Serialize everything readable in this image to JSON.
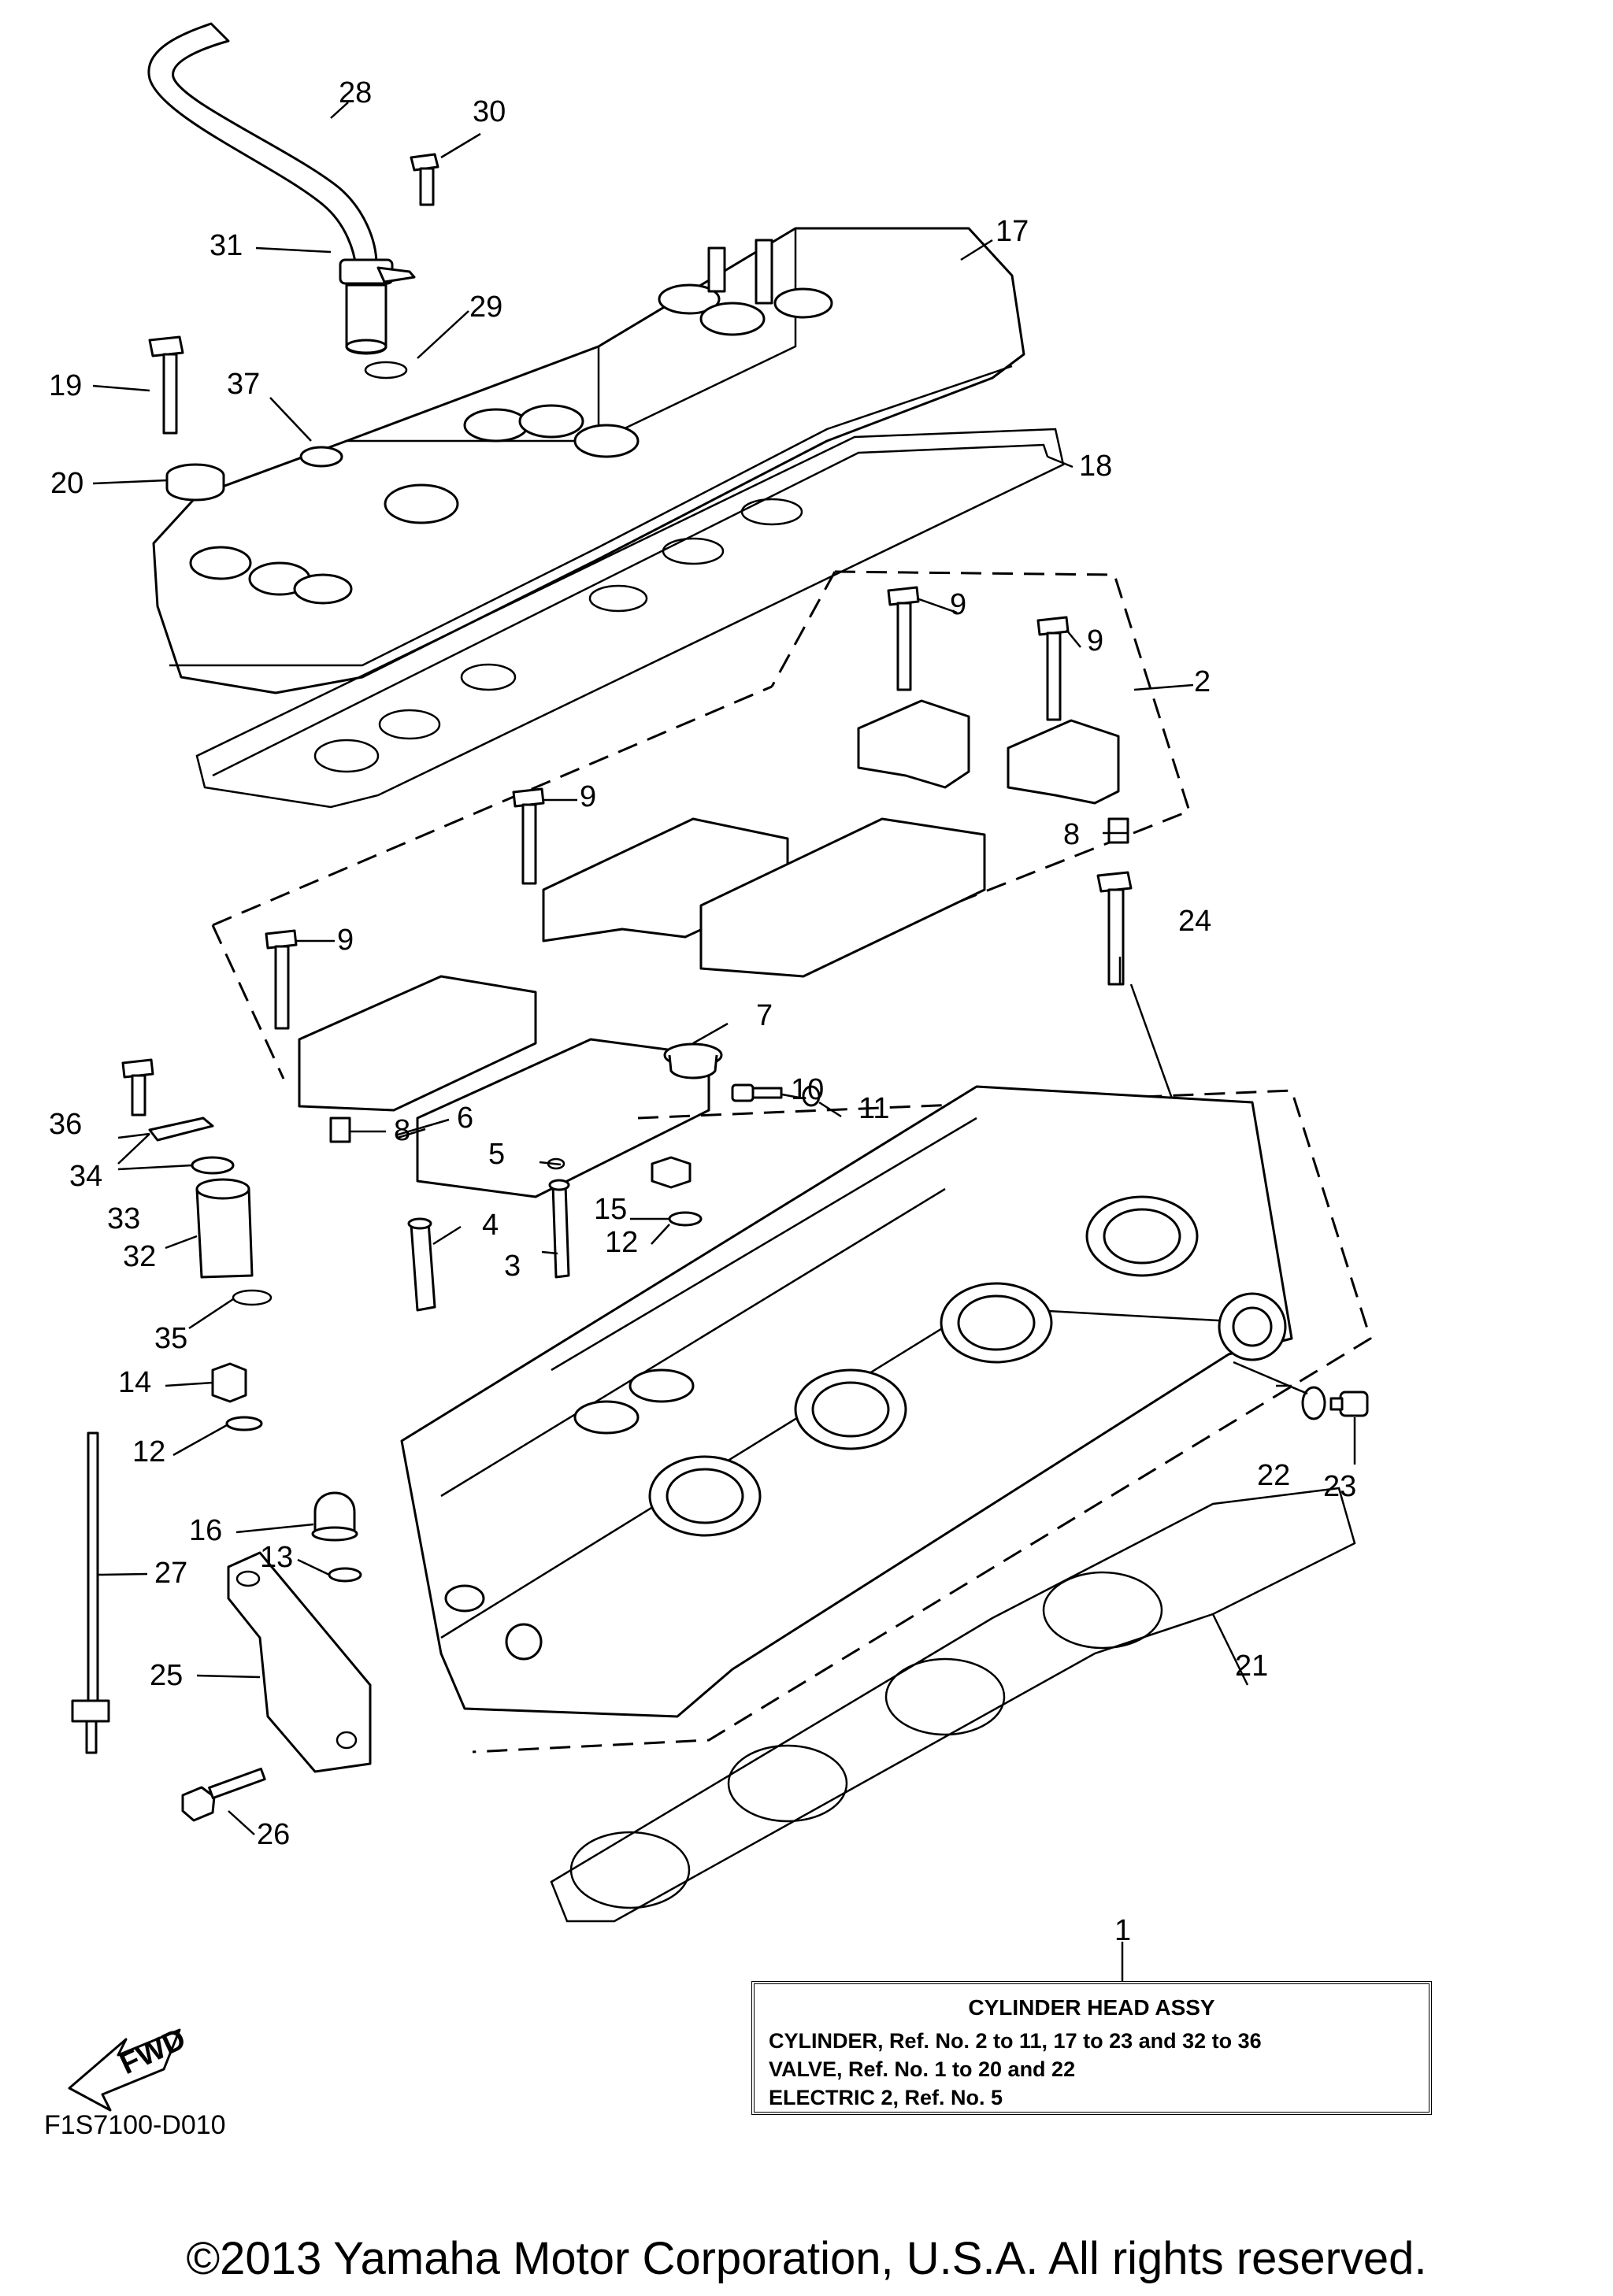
{
  "diagram": {
    "drawing_code": "F1S7100-D010",
    "fwd_label": "FWD",
    "copyright": "©2013 Yamaha Motor Corporation, U.S.A. All rights reserved.",
    "callouts": [
      {
        "id": "c1",
        "text": "1"
      },
      {
        "id": "c2",
        "text": "2"
      },
      {
        "id": "c3",
        "text": "3"
      },
      {
        "id": "c4",
        "text": "4"
      },
      {
        "id": "c5",
        "text": "5"
      },
      {
        "id": "c6",
        "text": "6"
      },
      {
        "id": "c7",
        "text": "7"
      },
      {
        "id": "c8a",
        "text": "8"
      },
      {
        "id": "c8b",
        "text": "8"
      },
      {
        "id": "c9a",
        "text": "9"
      },
      {
        "id": "c9b",
        "text": "9"
      },
      {
        "id": "c9c",
        "text": "9"
      },
      {
        "id": "c9d",
        "text": "9"
      },
      {
        "id": "c10",
        "text": "10"
      },
      {
        "id": "c11",
        "text": "11"
      },
      {
        "id": "c12a",
        "text": "12"
      },
      {
        "id": "c12b",
        "text": "12"
      },
      {
        "id": "c13",
        "text": "13"
      },
      {
        "id": "c14",
        "text": "14"
      },
      {
        "id": "c15",
        "text": "15"
      },
      {
        "id": "c16",
        "text": "16"
      },
      {
        "id": "c17",
        "text": "17"
      },
      {
        "id": "c18",
        "text": "18"
      },
      {
        "id": "c19",
        "text": "19"
      },
      {
        "id": "c20",
        "text": "20"
      },
      {
        "id": "c21",
        "text": "21"
      },
      {
        "id": "c22",
        "text": "22"
      },
      {
        "id": "c23",
        "text": "23"
      },
      {
        "id": "c24",
        "text": "24"
      },
      {
        "id": "c25",
        "text": "25"
      },
      {
        "id": "c26",
        "text": "26"
      },
      {
        "id": "c27",
        "text": "27"
      },
      {
        "id": "c28",
        "text": "28"
      },
      {
        "id": "c29",
        "text": "29"
      },
      {
        "id": "c30",
        "text": "30"
      },
      {
        "id": "c31",
        "text": "31"
      },
      {
        "id": "c32",
        "text": "32"
      },
      {
        "id": "c33",
        "text": "33"
      },
      {
        "id": "c34",
        "text": "34"
      },
      {
        "id": "c35",
        "text": "35"
      },
      {
        "id": "c36",
        "text": "36"
      },
      {
        "id": "c37",
        "text": "37"
      }
    ]
  },
  "info_box": {
    "title": "CYLINDER HEAD ASSY",
    "lines": [
      "CYLINDER, Ref. No. 2 to 11, 17 to 23 and 32 to 36",
      "VALVE, Ref. No. 1 to 20 and 22",
      "ELECTRIC 2,  Ref. No. 5"
    ]
  }
}
